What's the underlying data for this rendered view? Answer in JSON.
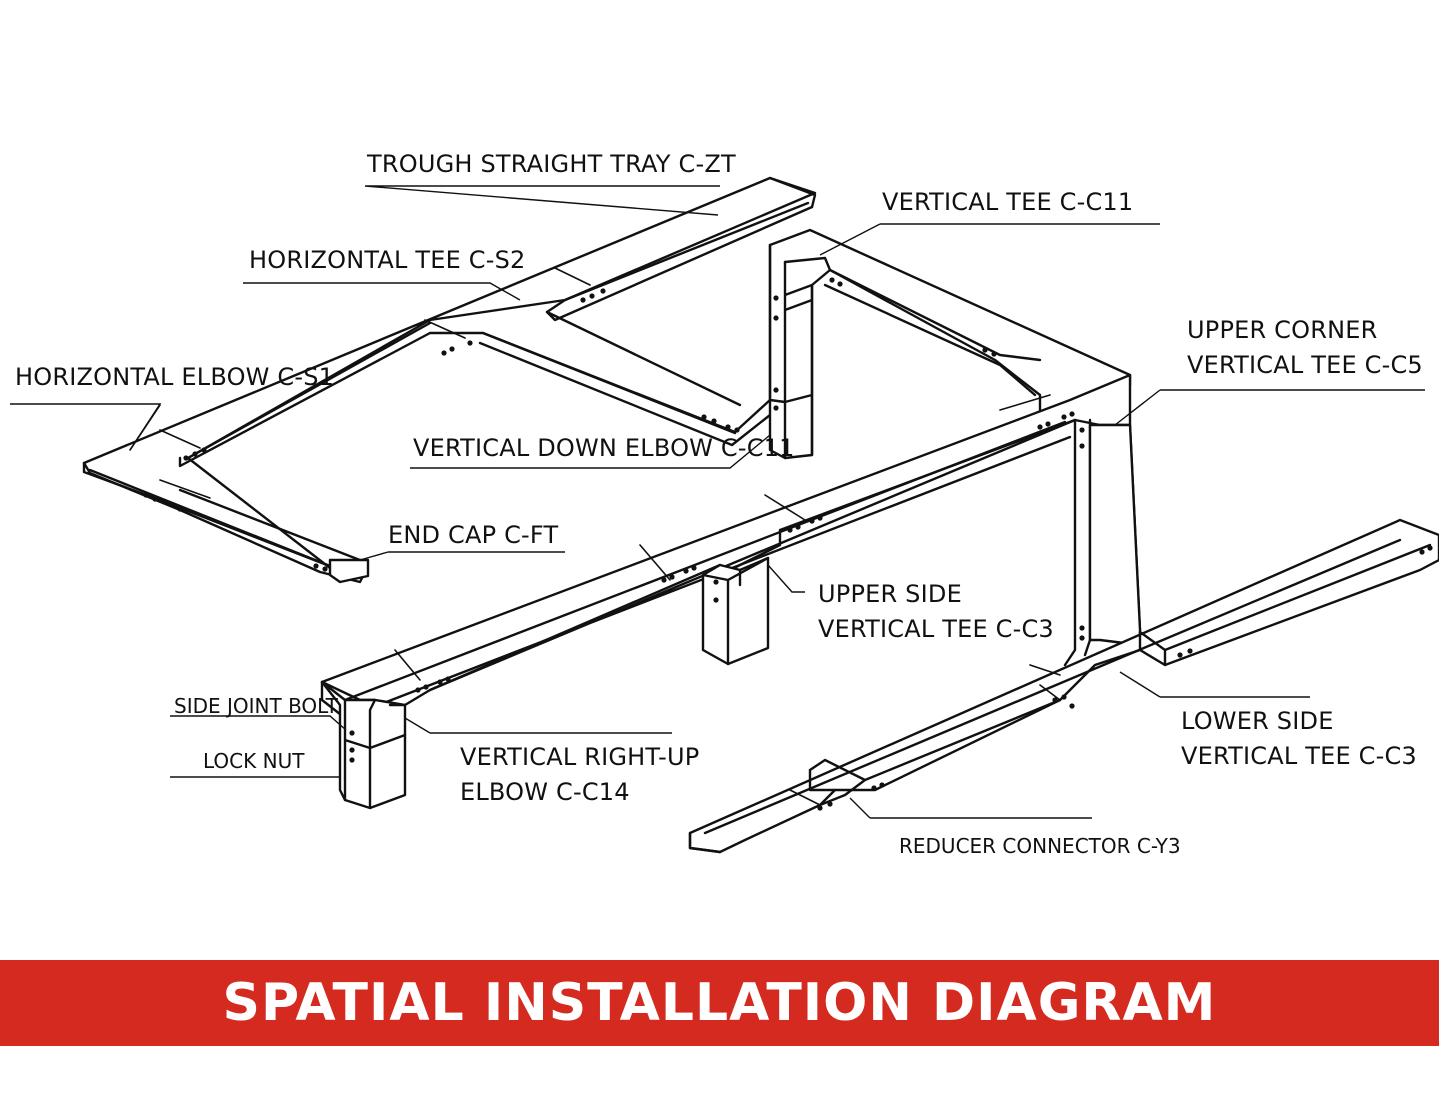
{
  "labels": {
    "trough_straight_tray": "TROUGH STRAIGHT TRAY C-ZT",
    "vertical_tee": "VERTICAL TEE C-C11",
    "horizontal_tee": "HORIZONTAL TEE C-S2",
    "upper_corner_line1": "UPPER CORNER",
    "upper_corner_line2": "VERTICAL TEE C-C5",
    "horizontal_elbow": "HORIZONTAL ELBOW C-S1",
    "vertical_down_elbow": "VERTICAL DOWN ELBOW C-C11",
    "end_cap": "END CAP C-FT",
    "upper_side_line1": "UPPER SIDE",
    "upper_side_line2": "VERTICAL TEE C-C3",
    "side_joint_bolt": "SIDE JOINT BOLT",
    "lock_nut": "LOCK NUT",
    "vertical_right_up_line1": "VERTICAL RIGHT-UP",
    "vertical_right_up_line2": "ELBOW C-C14",
    "lower_side_line1": "LOWER SIDE",
    "lower_side_line2": "VERTICAL TEE C-C3",
    "reducer_connector": "REDUCER CONNECTOR C-Y3"
  },
  "banner": {
    "title": "SPATIAL INSTALLATION DIAGRAM",
    "color": "#d42a20"
  }
}
